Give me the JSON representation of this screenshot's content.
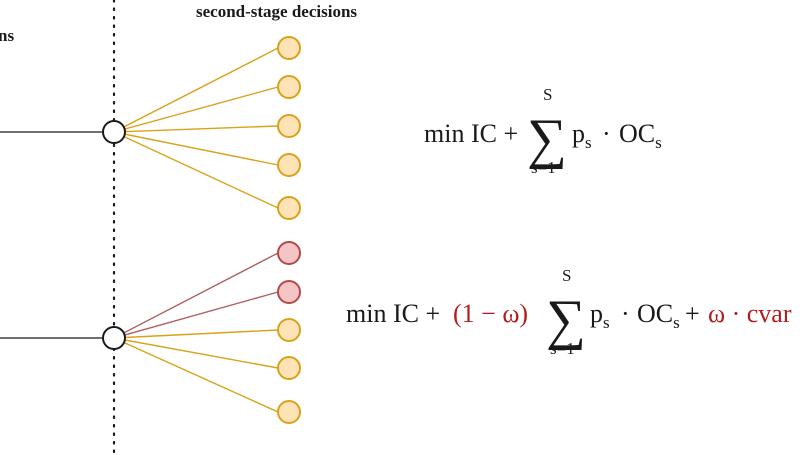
{
  "headers": {
    "left_partial": "ns",
    "second_stage": "second-stage decisions"
  },
  "colors": {
    "line_dark": "#1a1a1a",
    "node_fill_orange": "#fde3b5",
    "node_stroke_orange": "#d9a21a",
    "edge_orange": "#d9a21a",
    "node_fill_red": "#f5c4c4",
    "node_stroke_red": "#b24a4a",
    "edge_red": "#b06060",
    "formula_red": "#b01e1e"
  },
  "trees": [
    {
      "name": "risk-neutral-tree",
      "leaves": [
        "orange",
        "orange",
        "orange",
        "orange",
        "orange"
      ]
    },
    {
      "name": "risk-averse-tree",
      "leaves": [
        "red",
        "red",
        "orange",
        "orange",
        "orange"
      ]
    }
  ],
  "formula1": {
    "min_ic": "min IC +",
    "sum_top": "S",
    "sum_symbol": "∑",
    "sum_bottom": "s=1",
    "p": "p",
    "p_sub": "s",
    "dot": "·",
    "oc": "OC",
    "oc_sub": "s"
  },
  "formula2": {
    "min_ic": "min IC +",
    "one_minus_omega": "(1 − ω)",
    "sum_top": "S",
    "sum_symbol": "∑",
    "sum_bottom": "s=1",
    "p": "p",
    "p_sub": "s",
    "dot": "·",
    "oc": "OC",
    "oc_sub": "s",
    "plus": "+",
    "omega_cvar": "ω · cvar"
  }
}
